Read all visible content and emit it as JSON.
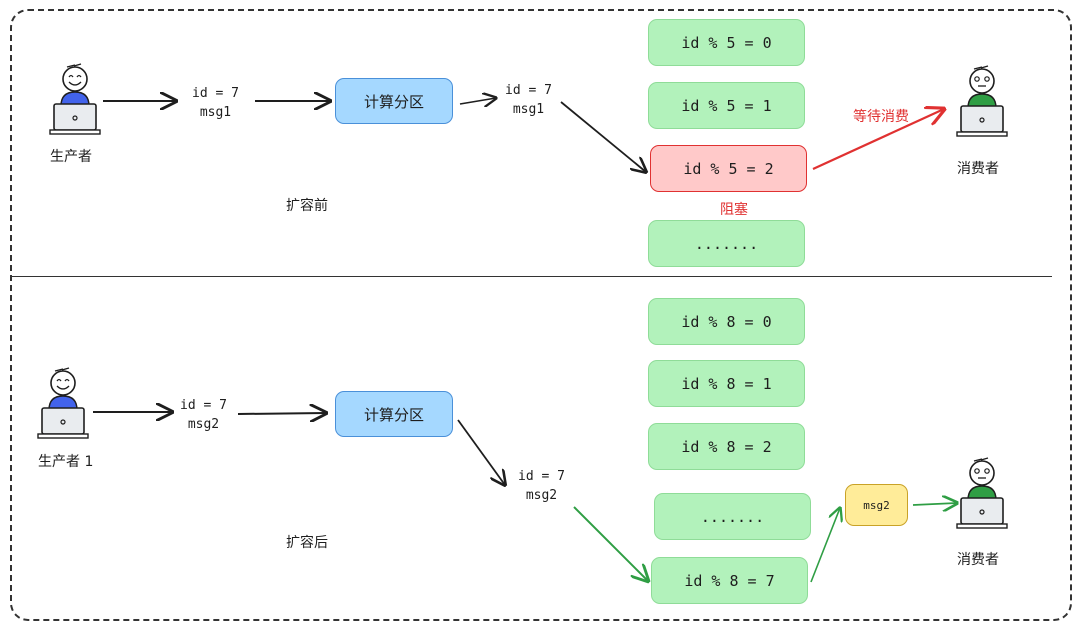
{
  "top": {
    "section_label": "扩容前",
    "producer_label": "生产者",
    "consumer_label": "消费者",
    "message": {
      "id_text": "id = 7",
      "msg_text": "msg1"
    },
    "message_after_router": {
      "id_text": "id = 7",
      "msg_text": "msg1"
    },
    "router_label": "计算分区",
    "partitions": [
      "id % 5 = 0",
      "id % 5 = 1",
      "id % 5 = 2",
      "......."
    ],
    "blocked_label": "阻塞",
    "wait_label": "等待消费"
  },
  "bottom": {
    "section_label": "扩容后",
    "producer_label": "生产者 1",
    "consumer_label": "消费者",
    "message": {
      "id_text": "id = 7",
      "msg_text": "msg2"
    },
    "message_after_router": {
      "id_text": "id = 7",
      "msg_text": "msg2"
    },
    "router_label": "计算分区",
    "partitions": [
      "id % 8 = 0",
      "id % 8 = 1",
      "id % 8 = 2",
      ".......",
      "id % 8 = 7"
    ],
    "in_flight_label": "msg2"
  },
  "colors": {
    "partition_fill": "#b2f2bb",
    "blocked_fill": "#ffc9c9",
    "router_fill": "#a5d8ff",
    "in_flight_fill": "#ffec99",
    "alert": "#e03131",
    "flow_ok": "#2f9e44",
    "producer_shirt": "#4263eb",
    "consumer_shirt": "#2f9e44"
  }
}
